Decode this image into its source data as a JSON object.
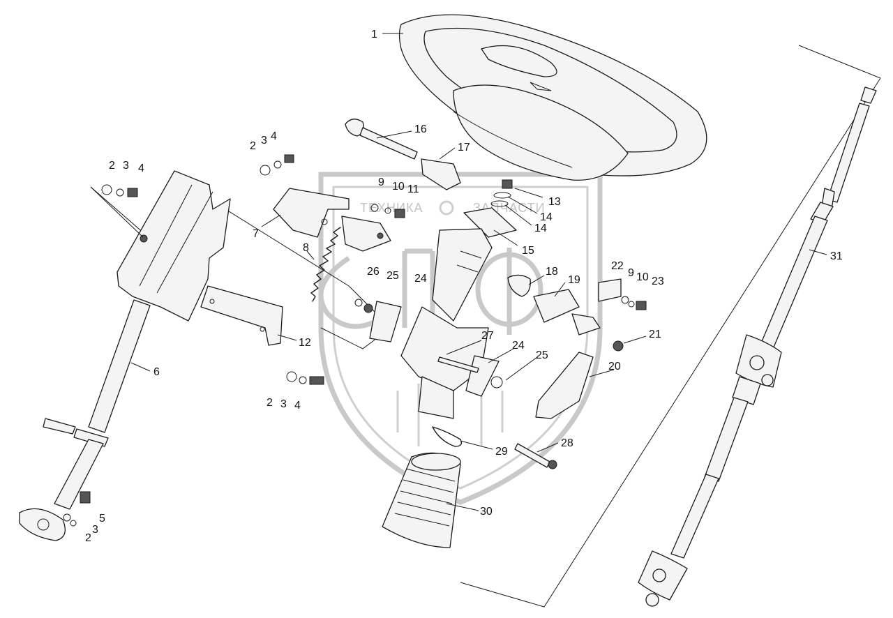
{
  "watermark": {
    "left_word": "ТЕХНИКА",
    "right_word": "ЗАПЧАСТИ"
  },
  "callouts": {
    "c1": "1",
    "c2a": "2",
    "c3a": "3",
    "c4a": "4",
    "c2b": "2",
    "c3b": "3",
    "c4b": "4",
    "c2c": "2",
    "c3c": "3",
    "c4c": "4",
    "c2d": "2",
    "c3d": "3",
    "c5": "5",
    "c6": "6",
    "c7": "7",
    "c8": "8",
    "c9a": "9",
    "c10a": "10",
    "c11": "11",
    "c12": "12",
    "c13": "13",
    "c14a": "14",
    "c14b": "14",
    "c15": "15",
    "c16": "16",
    "c17": "17",
    "c18": "18",
    "c19": "19",
    "c20": "20",
    "c21": "21",
    "c22": "22",
    "c9b": "9",
    "c10b": "10",
    "c23": "23",
    "c24a": "24",
    "c24b": "24",
    "c25a": "25",
    "c25b": "25",
    "c26": "26",
    "c27": "27",
    "c28": "28",
    "c29": "29",
    "c30": "30",
    "c31": "31"
  }
}
